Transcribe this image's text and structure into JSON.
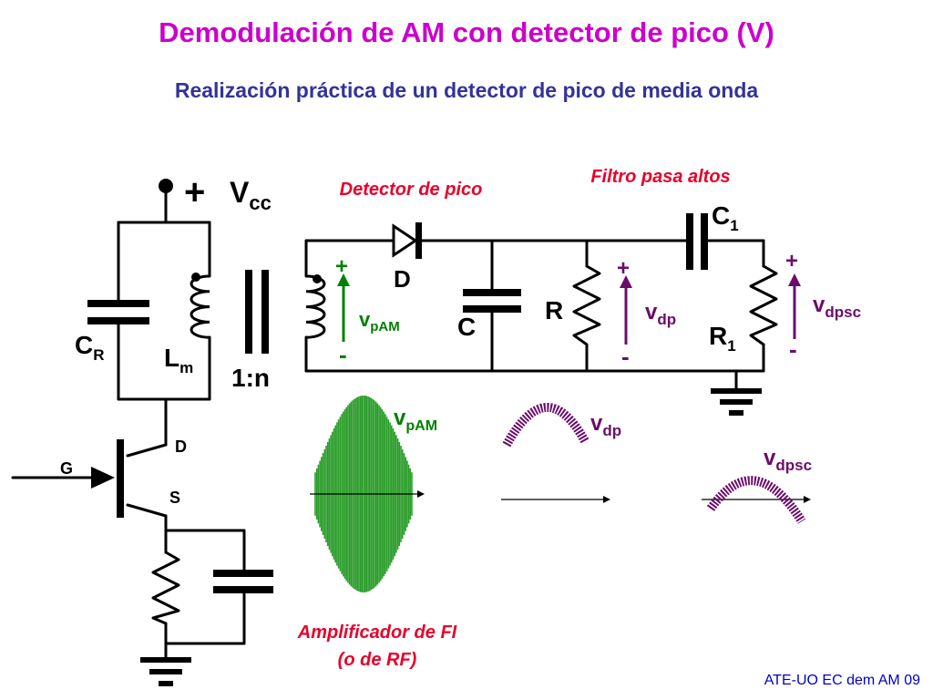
{
  "header": {
    "title": "Demodulación de AM con detector de pico (V)",
    "subtitle": "Realización práctica de un detector de pico de media onda"
  },
  "labels": {
    "detector": "Detector de pico",
    "filter": "Filtro pasa altos",
    "amplifier_line1": "Amplificador de FI",
    "amplifier_line2": "(o de RF)"
  },
  "components": {
    "plus_sign": "+",
    "vcc_main": "V",
    "vcc_sub": "cc",
    "cr_main": "C",
    "cr_sub": "R",
    "lm_main": "L",
    "lm_sub": "m",
    "ratio": "1:n",
    "diode": "D",
    "cap_c": "C",
    "res_r": "R",
    "c1_main": "C",
    "c1_sub": "1",
    "r1_main": "R",
    "r1_sub": "1",
    "gate": "G",
    "drain": "D",
    "source": "S"
  },
  "signals": {
    "vpam_main": "v",
    "vpam_sub": "pAM",
    "vdp_main": "v",
    "vdp_sub": "dp",
    "vdpsc_main": "v",
    "vdpsc_sub": "dpsc",
    "plus": "+",
    "minus": "-"
  },
  "colors": {
    "title": "#cc00cc",
    "subtitle": "#333399",
    "label_red": "#e8002a",
    "green": "#008000",
    "wave_green": "#2a9d2a",
    "purple": "#6b0d6b",
    "footer": "#0000cc",
    "wire": "#000000"
  },
  "footer": "ATE-UO EC dem AM 09"
}
